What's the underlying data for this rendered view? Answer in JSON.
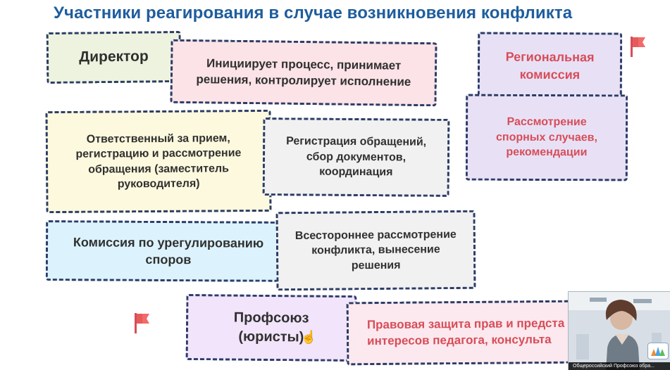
{
  "slide": {
    "title": "Участники реагирования в случае возникновения конфликта",
    "boxes": {
      "director": "Директор",
      "director_role": "Инициирует процесс, принимает\nрешения, контролирует исполнение",
      "responsible": "Ответственный за прием,\nрегистрацию и рассмотрение\nобращения (заместитель\nруководителя)",
      "responsible_role": "Регистрация обращений,\nсбор документов,\nкоординация",
      "dispute_commission": "Комиссия по урегулированию\nспоров",
      "dispute_commission_role": "Всестороннее рассмотрение\nконфликта, вынесение\nрешения",
      "union": "Профсоюз\n(юристы)",
      "union_role": "Правовая защита прав и предста\nинтересов педагога, консульта",
      "regional_commission": "Региональная\nкомиссия",
      "regional_commission_role": "Рассмотрение\nспорных случаев,\nрекомендации"
    },
    "colors": {
      "title": "#1f5d9d",
      "border": "#2c3d66",
      "accent_red": "#d74d58"
    }
  },
  "video_overlay": {
    "caption": "Общероссийский Профсоюз обра..."
  },
  "icons": {
    "flag": "red-flag-icon",
    "cursor": "hand-pointer-icon"
  }
}
